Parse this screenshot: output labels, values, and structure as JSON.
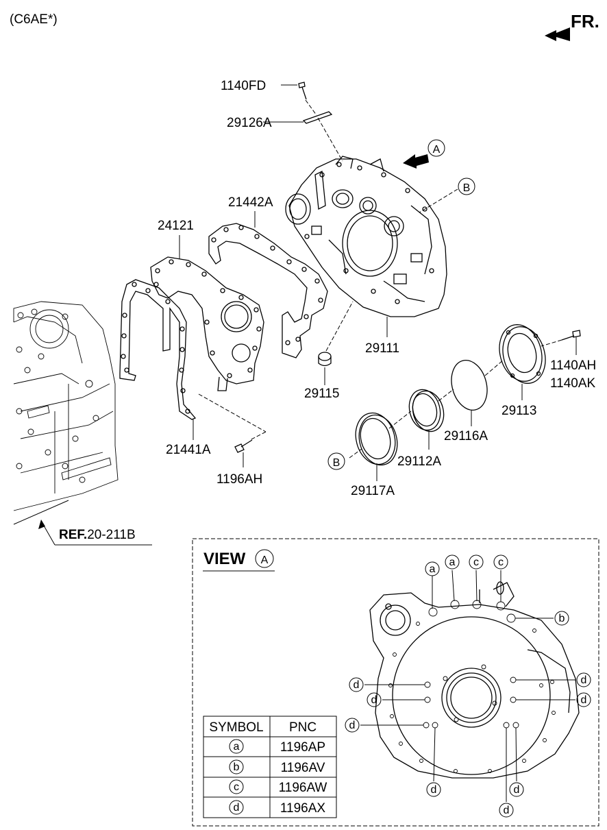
{
  "header": {
    "model": "(C6AE*)",
    "front_label": "FR."
  },
  "callouts": {
    "p1140FD": "1140FD",
    "p29126A": "29126A",
    "p21442A": "21442A",
    "p24121": "24121",
    "p29111": "29111",
    "p29115": "29115",
    "p21441A": "21441A",
    "p1196AH": "1196AH",
    "p1140AH": "1140AH",
    "p1140AK": "1140AK",
    "p29113": "29113",
    "p29116A": "29116A",
    "p29112A": "29112A",
    "p29117A": "29117A"
  },
  "view_markers": {
    "a": "A",
    "b": "B"
  },
  "reference": {
    "bold": "REF.",
    "value": "20-211B"
  },
  "view_panel": {
    "title": "VIEW",
    "marker": "A",
    "symbols": {
      "a": "a",
      "b": "b",
      "c": "c",
      "d": "d"
    }
  },
  "symbol_table": {
    "headers": [
      "SYMBOL",
      "PNC"
    ],
    "rows": [
      {
        "symbol": "a",
        "pnc": "1196AP"
      },
      {
        "symbol": "b",
        "pnc": "1196AV"
      },
      {
        "symbol": "c",
        "pnc": "1196AW"
      },
      {
        "symbol": "d",
        "pnc": "1196AX"
      }
    ]
  },
  "icons": [
    "front-arrow-icon",
    "view-direction-arrow-icon",
    "reference-arrow-icon"
  ]
}
